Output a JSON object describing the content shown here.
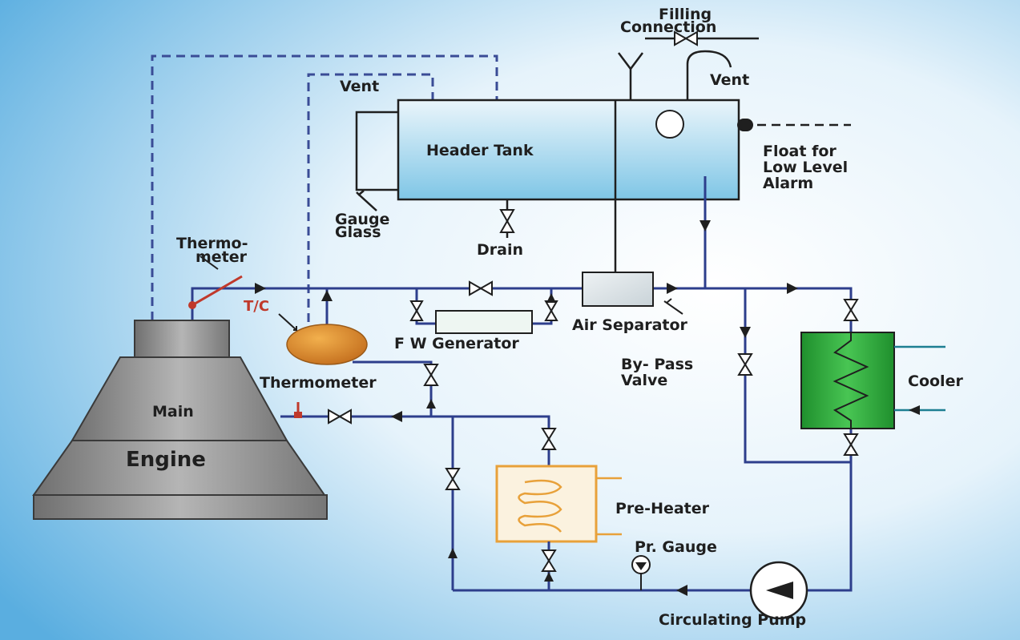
{
  "labels": {
    "filling_connection_line1": "Filling",
    "filling_connection_line2": "Connection",
    "vent_top": "Vent",
    "vent_left": "Vent",
    "header_tank": "Header Tank",
    "float_line1": "Float for",
    "float_line2": "Low Level",
    "float_line3": "Alarm",
    "gauge_glass_line1": "Gauge",
    "gauge_glass_line2": "Glass",
    "drain": "Drain",
    "thermometer_top_line1": "Thermo-",
    "thermometer_top_line2": "meter",
    "tc": "T/C",
    "air_separator": "Air Separator",
    "fw_generator": "F W Generator",
    "bypass_line1": "By- Pass",
    "bypass_line2": "Valve",
    "cooler": "Cooler",
    "thermometer_mid": "Thermometer",
    "main": "Main",
    "engine": "Engine",
    "pre_heater": "Pre-Heater",
    "pr_gauge": "Pr. Gauge",
    "circulating_pump": "Circulating Pump"
  },
  "colors": {
    "background": "#d9ecf8",
    "pipe": "#2d3e8c",
    "header_tank_top": "#eaf5fb",
    "header_tank_bottom": "#7fc6e6",
    "cooler": "#2eae3c",
    "pre_heater_border": "#e8a13a",
    "tc_sensor": "#d9822b",
    "engine_gray": "#8a8a8a",
    "thermometer_red": "#c0392b"
  }
}
